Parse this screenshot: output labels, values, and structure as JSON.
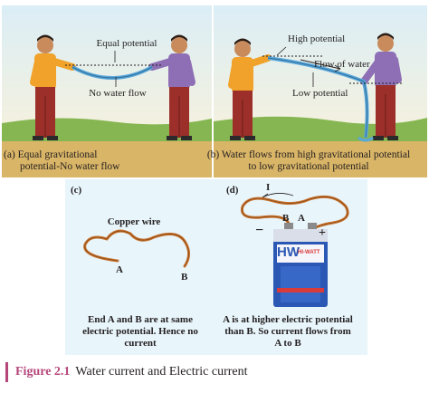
{
  "panel_a": {
    "equal_potential_label": "Equal potential",
    "no_flow_label": "No water flow",
    "caption_line1": "(a) Equal gravitational",
    "caption_line2": "potential-No water flow"
  },
  "panel_b": {
    "high_potential_label": "High potential",
    "flow_label": "Flow of water",
    "low_potential_label": "Low potential",
    "caption_line1": "(b) Water flows from high gravitational potential",
    "caption_line2": "to low gravitational potential"
  },
  "panel_c": {
    "tag": "(c)",
    "wire_label": "Copper wire",
    "end_a": "A",
    "end_b": "B",
    "caption_line1": "End A and B are at same",
    "caption_line2": "electric potential. Hence no",
    "caption_line3": "current"
  },
  "panel_d": {
    "tag": "(d)",
    "current_label": "I",
    "terminal_b": "B",
    "terminal_a": "A",
    "minus": "−",
    "plus": "+",
    "battery_brand": "HW",
    "battery_sub": "HI-WATT",
    "caption_line1": "A is at higher electric potential",
    "caption_line2": "than B. So current flows from",
    "caption_line3": "A to B"
  },
  "figure": {
    "number": "Figure 2.1",
    "title": "Water current and Electric current"
  },
  "colors": {
    "sky_top": "#dbeef6",
    "ground": "#d7b46a",
    "grass": "#7fb04a",
    "shirt_left": "#f0a22a",
    "shirt_right": "#8e6fb5",
    "trousers": "#9c2f2a",
    "hose": "#5aa7d9",
    "wire": "#c8732e",
    "panel_bg": "#e8f5fb",
    "accent": "#b5467a"
  }
}
